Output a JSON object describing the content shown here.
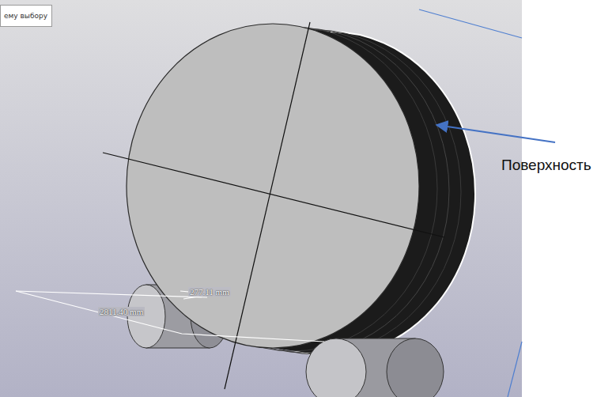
{
  "diagram": {
    "nodes": [
      {
        "text": [
          "ему выбору"
        ]
      }
    ],
    "labels": [
      "277.11 mm",
      "2811.40 mm",
      "Поверхность"
    ]
  }
}
